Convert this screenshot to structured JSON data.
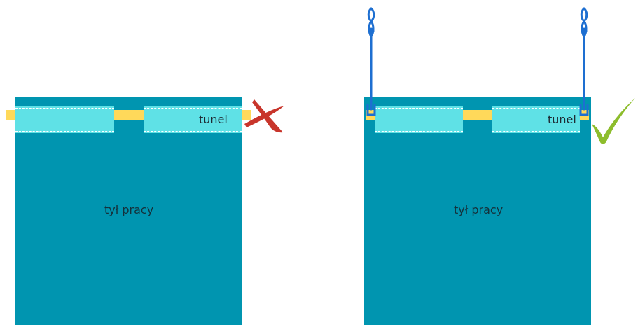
{
  "colors": {
    "quilt": "#0095b0",
    "sleeve": "#5fe1e6",
    "rod": "#ffd95a",
    "wrong_mark": "#c8352b",
    "right_mark": "#8dbd2c",
    "hanger": "#1e6fd1"
  },
  "left_panel": {
    "sleeve_label": "tunel",
    "back_label": "tył pracy",
    "mark_icon": "cross-mark-icon"
  },
  "right_panel": {
    "sleeve_label": "tunel",
    "back_label": "tył pracy",
    "mark_icon": "check-mark-icon",
    "hanger_icon": "hanging-cord-icon"
  }
}
